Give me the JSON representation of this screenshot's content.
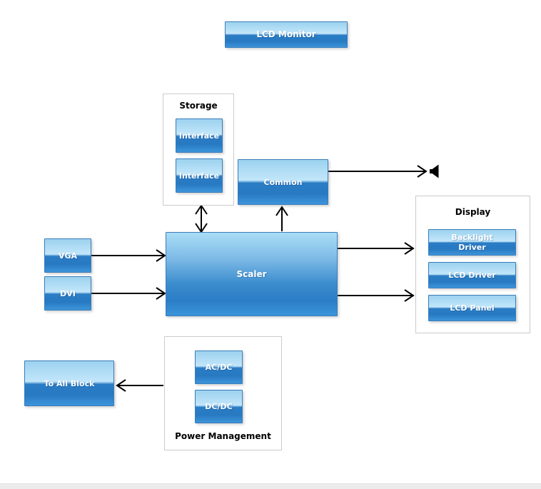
{
  "blocks": {
    "lcd_monitor": "LCD Monitor",
    "common": "Common",
    "scaler": "Scaler",
    "vga": "VGA",
    "dvi": "DVI",
    "to_all_block": "To All Block"
  },
  "groups": {
    "storage": {
      "title": "Storage",
      "blocks": [
        "Interface",
        "Interface"
      ]
    },
    "display": {
      "title": "Display",
      "blocks": [
        "Backlight Driver",
        "LCD Driver",
        "LCD Panel"
      ]
    },
    "power": {
      "title": "Power Management",
      "blocks": [
        "AC/DC",
        "DC/DC"
      ]
    }
  },
  "icons": {
    "speaker": "speaker-icon"
  },
  "colors": {
    "block_border": "#3b7cba",
    "block_gloss_top": "#9cd2ef",
    "block_gloss_shine": "#c2e6fa",
    "block_gloss_mid": "#2b7dc4",
    "block_gloss_bottom": "#3d95da",
    "group_border": "#cbcbcb",
    "arrow": "#000000",
    "footer_strip": "#ececec"
  }
}
